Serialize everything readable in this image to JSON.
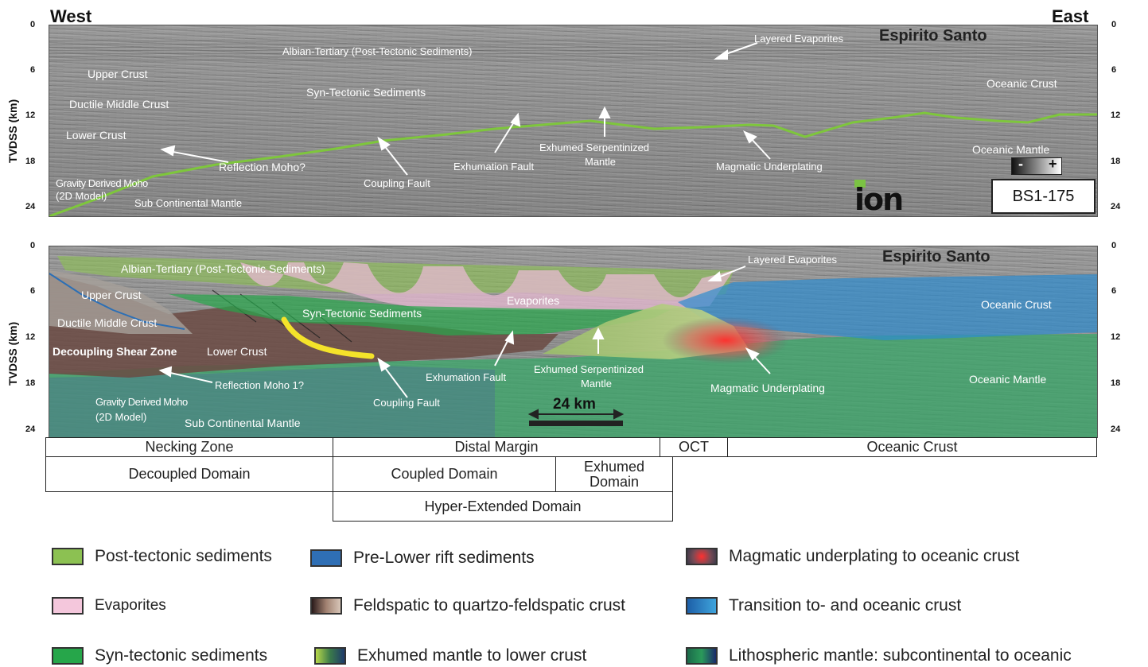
{
  "compass": {
    "west": "West",
    "east": "East"
  },
  "axis": {
    "title": "TVDSS (km)",
    "ticks": [
      "0",
      "6",
      "12",
      "18",
      "24"
    ]
  },
  "top_panel": {
    "title": "Espirito Santo",
    "labels": {
      "layered_evaporites": "Layered Evaporites",
      "albian_tertiary": "Albian-Tertiary (Post-Tectonic Sediments)",
      "upper_crust": "Upper Crust",
      "ductile_middle_crust": "Ductile Middle Crust",
      "lower_crust": "Lower Crust",
      "syn_tectonic": "Syn-Tectonic Sediments",
      "oceanic_crust": "Oceanic Crust",
      "exhumed_serp_1": "Exhumed Serpentinized",
      "exhumed_serp_2": "Mantle",
      "exhumation_fault": "Exhumation Fault",
      "reflection_moho": "Reflection Moho?",
      "coupling_fault": "Coupling Fault",
      "magmatic_underplating": "Magmatic Underplating",
      "oceanic_mantle": "Oceanic Mantle",
      "gravity_moho_1": "Gravity Derived Moho",
      "gravity_moho_2": "(2D Model)",
      "sub_continental_mantle": "Sub Continental  Mantle"
    },
    "line_id": "BS1-175",
    "scale_minus": "-",
    "scale_plus": "+",
    "logo": "ion"
  },
  "bottom_panel": {
    "title": "Espirito Santo",
    "labels": {
      "albian_tertiary": "Albian-Tertiary (Post-Tectonic Sediments)",
      "layered_evaporites": "Layered Evaporites",
      "upper_crust": "Upper Crust",
      "evaporites": "Evaporites",
      "syn_tectonic": "Syn-Tectonic Sediments",
      "oceanic_crust": "Oceanic Crust",
      "ductile_middle_crust": "Ductile Middle Crust",
      "decoupling_shear_zone": "Decoupling Shear Zone",
      "lower_crust": "Lower Crust",
      "exhumation_fault": "Exhumation Fault",
      "exhumed_serp_1": "Exhumed Serpentinized",
      "exhumed_serp_2": "Mantle",
      "oceanic_mantle": "Oceanic Mantle",
      "reflection_moho": "Reflection Moho 1?",
      "magmatic_underplating": "Magmatic Underplating",
      "gravity_moho_1": "Gravity Derived Moho",
      "gravity_moho_2": "(2D Model)",
      "coupling_fault": "Coupling Fault",
      "sub_continental_mantle": "Sub Continental  Mantle",
      "scale": "24 km"
    }
  },
  "domains": {
    "row1": [
      "Necking Zone",
      "Distal Margin",
      "OCT",
      "Oceanic Crust"
    ],
    "row2": [
      "Decoupled Domain",
      "Coupled Domain",
      "Exhumed Domain"
    ],
    "row3": [
      "Hyper-Extended Domain"
    ]
  },
  "legend": [
    {
      "label": "Post-tectonic sediments",
      "color": "#8cc152"
    },
    {
      "label": "Pre-Lower rift sediments",
      "color": "#2f6fb5"
    },
    {
      "label": "Magmatic underplating to oceanic crust",
      "color": "#d2342c"
    },
    {
      "label": "Evaporites",
      "color": "#f4c7dc"
    },
    {
      "label": "Feldspatic to quartzo-feldspatic crust",
      "color": "#8a6f63"
    },
    {
      "label": "Transition to- and oceanic crust",
      "color": "#2e8ccf"
    },
    {
      "label": "Syn-tectonic sediments",
      "color": "#26a64a"
    },
    {
      "label": "Exhumed mantle to lower crust",
      "color": "#9cc84a"
    },
    {
      "label": "Lithospheric mantle: subcontinental to oceanic",
      "color": "#1e7a4a"
    }
  ]
}
